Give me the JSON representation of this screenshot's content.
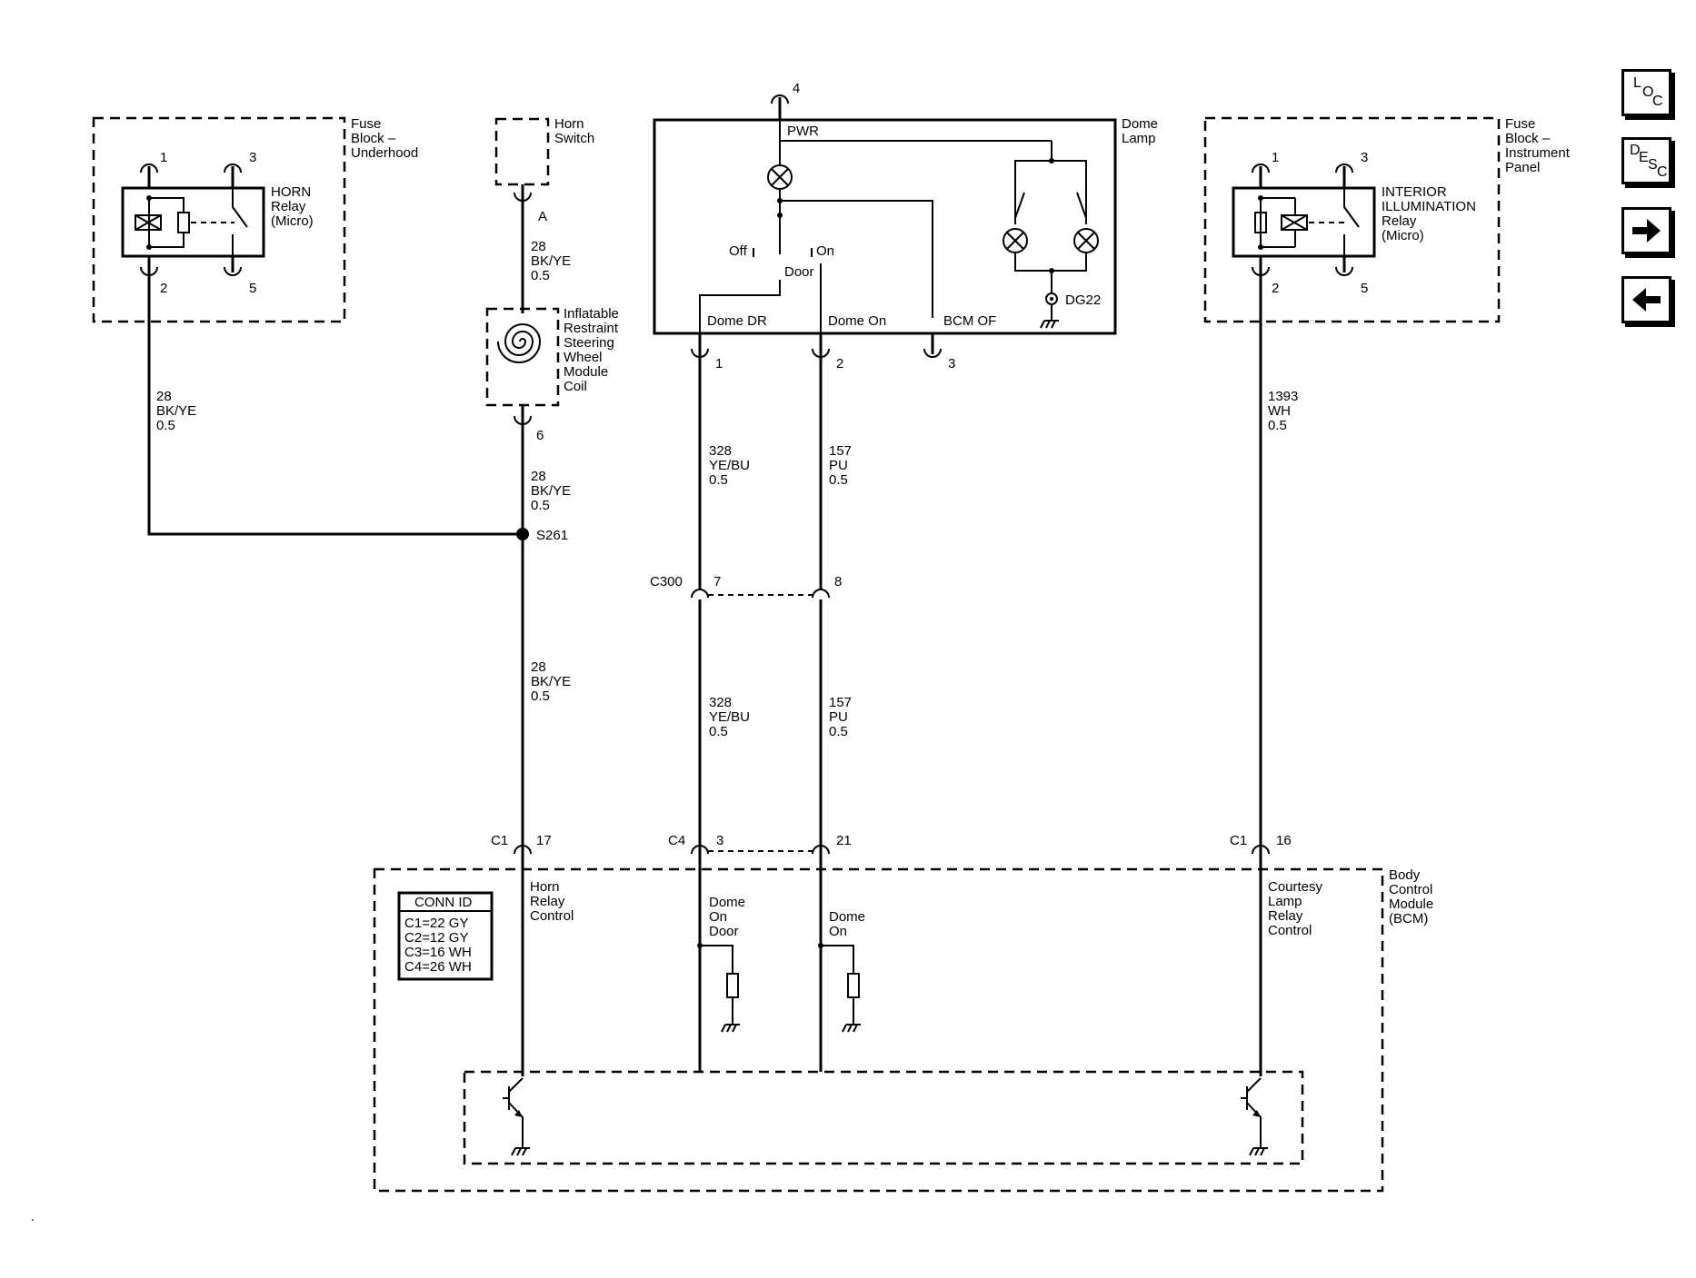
{
  "fuse_block_underhood": {
    "title_l1": "Fuse",
    "title_l2": "Block –",
    "title_l3": "Underhood"
  },
  "horn_relay": {
    "name_l1": "HORN",
    "name_l2": "Relay",
    "name_l3": "(Micro)",
    "pin1": "1",
    "pin2": "2",
    "pin3": "3",
    "pin5": "5"
  },
  "horn_switch": {
    "name_l1": "Horn",
    "name_l2": "Switch",
    "pin": "A"
  },
  "coil": {
    "l1": "Inflatable",
    "l2": "Restraint",
    "l3": "Steering",
    "l4": "Wheel",
    "l5": "Module",
    "l6": "Coil",
    "pin": "6"
  },
  "wire_horn_switch": {
    "circuit": "28",
    "color": "BK/YE",
    "gauge": "0.5"
  },
  "wire_horn_relay": {
    "circuit": "28",
    "color": "BK/YE",
    "gauge": "0.5"
  },
  "wire_coil_out": {
    "circuit": "28",
    "color": "BK/YE",
    "gauge": "0.5"
  },
  "wire_horn_bcm": {
    "circuit": "28",
    "color": "BK/YE",
    "gauge": "0.5"
  },
  "splice": {
    "label": "S261"
  },
  "dome_lamp": {
    "title_l1": "Dome",
    "title_l2": "Lamp",
    "pwr_pin": "4",
    "pwr_label": "PWR",
    "switch_off": "Off",
    "switch_on": "On",
    "switch_door": "Door",
    "term_dome_dr": "Dome DR",
    "term_dome_on": "Dome On",
    "term_bcm_of": "BCM OF",
    "ground": "DG22",
    "pin1": "1",
    "pin2": "2",
    "pin3": "3"
  },
  "wire_328_upper": {
    "circuit": "328",
    "color": "YE/BU",
    "gauge": "0.5"
  },
  "wire_157_upper": {
    "circuit": "157",
    "color": "PU",
    "gauge": "0.5"
  },
  "wire_328_lower": {
    "circuit": "328",
    "color": "YE/BU",
    "gauge": "0.5"
  },
  "wire_157_lower": {
    "circuit": "157",
    "color": "PU",
    "gauge": "0.5"
  },
  "c300": {
    "label": "C300",
    "pin_a": "7",
    "pin_b": "8"
  },
  "fuse_block_ip": {
    "title_l1": "Fuse",
    "title_l2": "Block –",
    "title_l3": "Instrument",
    "title_l4": "Panel"
  },
  "interior_relay": {
    "name_l1": "INTERIOR",
    "name_l2": "ILLUMINATION",
    "name_l3": "Relay",
    "name_l4": "(Micro)",
    "pin1": "1",
    "pin2": "2",
    "pin3": "3",
    "pin5": "5"
  },
  "wire_1393": {
    "circuit": "1393",
    "color": "WH",
    "gauge": "0.5"
  },
  "bcm": {
    "title_l1": "Body",
    "title_l2": "Control",
    "title_l3": "Module",
    "title_l4": "(BCM)",
    "c1_left": "C1",
    "pin17": "17",
    "c4": "C4",
    "pin3": "3",
    "pin21": "21",
    "c1_right": "C1",
    "pin16": "16",
    "horn_l1": "Horn",
    "horn_l2": "Relay",
    "horn_l3": "Control",
    "dome_door_l1": "Dome",
    "dome_door_l2": "On",
    "dome_door_l3": "Door",
    "dome_on_l1": "Dome",
    "dome_on_l2": "On",
    "courtesy_l1": "Courtesy",
    "courtesy_l2": "Lamp",
    "courtesy_l3": "Relay",
    "courtesy_l4": "Control"
  },
  "conn_id": {
    "title": "CONN ID",
    "rows": [
      "C1=22 GY",
      "C2=12 GY",
      "C3=16 WH",
      "C4=26 WH"
    ]
  },
  "nav": {
    "loc": [
      "L",
      "O",
      "C"
    ],
    "desc": [
      "D",
      "E",
      "S",
      "C"
    ],
    "next_icon": "arrow-right-icon",
    "prev_icon": "arrow-left-icon"
  }
}
